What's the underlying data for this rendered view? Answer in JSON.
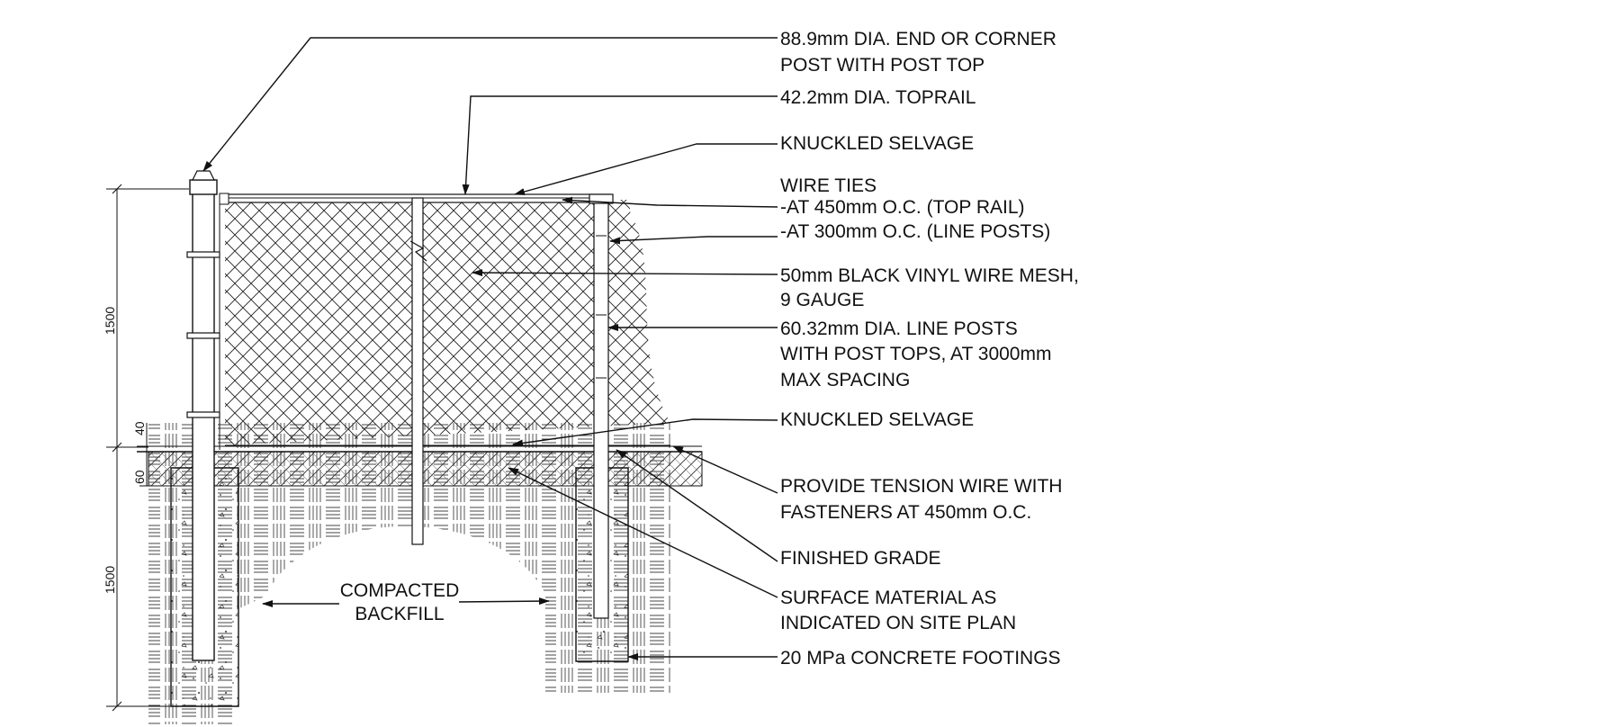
{
  "callouts": {
    "post_end": [
      "88.9mm DIA. END OR CORNER",
      "POST WITH POST TOP"
    ],
    "toprail": [
      "42.2mm DIA. TOPRAIL"
    ],
    "selvage_top": [
      "KNUCKLED SELVAGE"
    ],
    "wire_ties": [
      "WIRE TIES",
      "-AT 450mm O.C. (TOP RAIL)",
      "-AT 300mm O.C. (LINE POSTS)"
    ],
    "mesh": [
      "50mm BLACK VINYL WIRE MESH,",
      "9 GAUGE"
    ],
    "line_posts": [
      "60.32mm DIA. LINE POSTS",
      "WITH POST TOPS, AT 3000mm",
      "MAX SPACING"
    ],
    "selvage_bottom": [
      "KNUCKLED SELVAGE"
    ],
    "tension_wire": [
      "PROVIDE TENSION WIRE WITH",
      "FASTENERS AT 450mm O.C."
    ],
    "finished_grade": [
      "FINISHED GRADE"
    ],
    "surface_material": [
      "SURFACE MATERIAL AS",
      "INDICATED ON SITE PLAN"
    ],
    "footings": [
      "20 MPa CONCRETE FOOTINGS"
    ],
    "backfill": [
      "COMPACTED",
      "BACKFILL"
    ]
  },
  "dimensions": {
    "fence_height": "1500",
    "footing_depth": "1500",
    "surface_40": "40",
    "surface_60": "60"
  }
}
